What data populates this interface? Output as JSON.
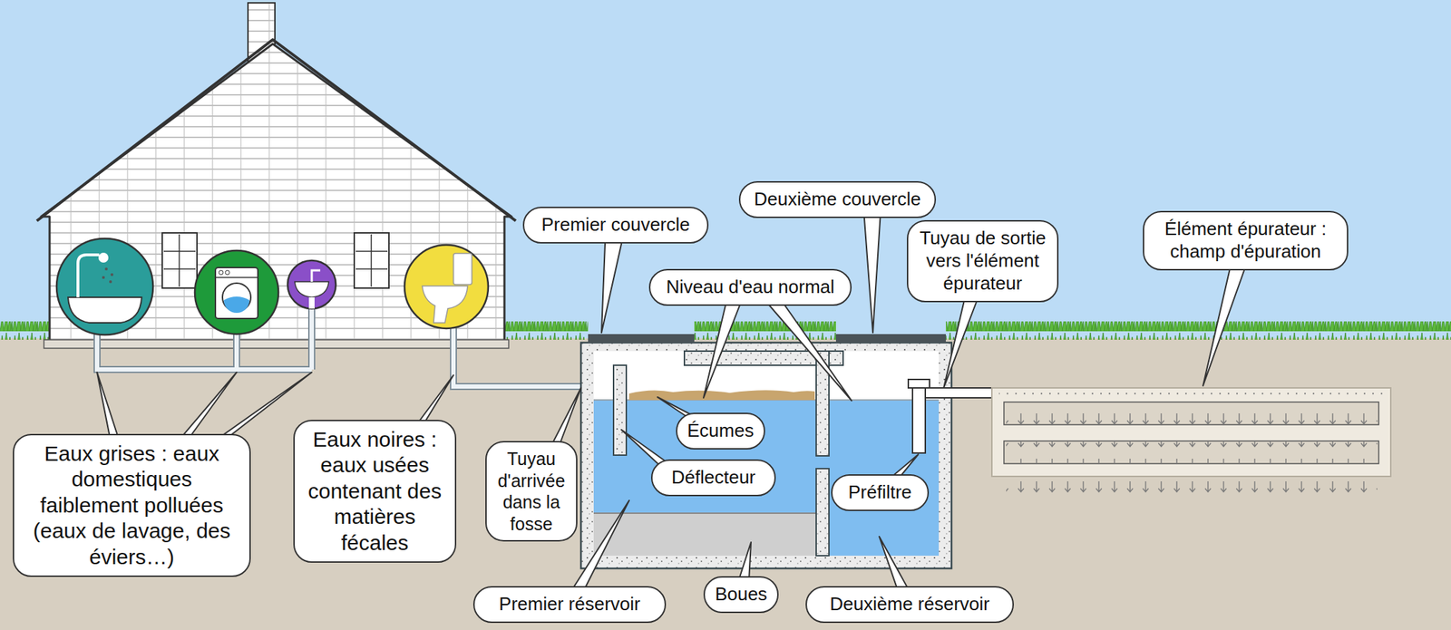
{
  "diagram": {
    "nodes": [
      {
        "text": [
          "Premier couvercle"
        ]
      },
      {
        "text": [
          "Deuxième couvercle"
        ]
      },
      {
        "text": [
          "Niveau d'eau normal"
        ]
      },
      {
        "text": [
          "Tuyau de sortie vers l'élément épurateur"
        ]
      },
      {
        "text": [
          "Élément épurateur : champ d'épuration"
        ]
      },
      {
        "text": [
          "Écumes"
        ]
      },
      {
        "text": [
          "Tuyau d'arrivée dans la fosse"
        ]
      },
      {
        "text": [
          "Déflecteur"
        ]
      },
      {
        "text": [
          "Préfiltre"
        ]
      },
      {
        "text": [
          "Eaux grises : eaux domestiques faiblement polluées (eaux de lavage, des éviers…)"
        ]
      },
      {
        "text": [
          "Eaux noires : eaux usées contenant des matières fécales"
        ]
      },
      {
        "text": [
          "Premier réservoir"
        ]
      },
      {
        "text": [
          "Boues"
        ]
      },
      {
        "text": [
          "Deuxième réservoir"
        ]
      }
    ],
    "edges": []
  }
}
